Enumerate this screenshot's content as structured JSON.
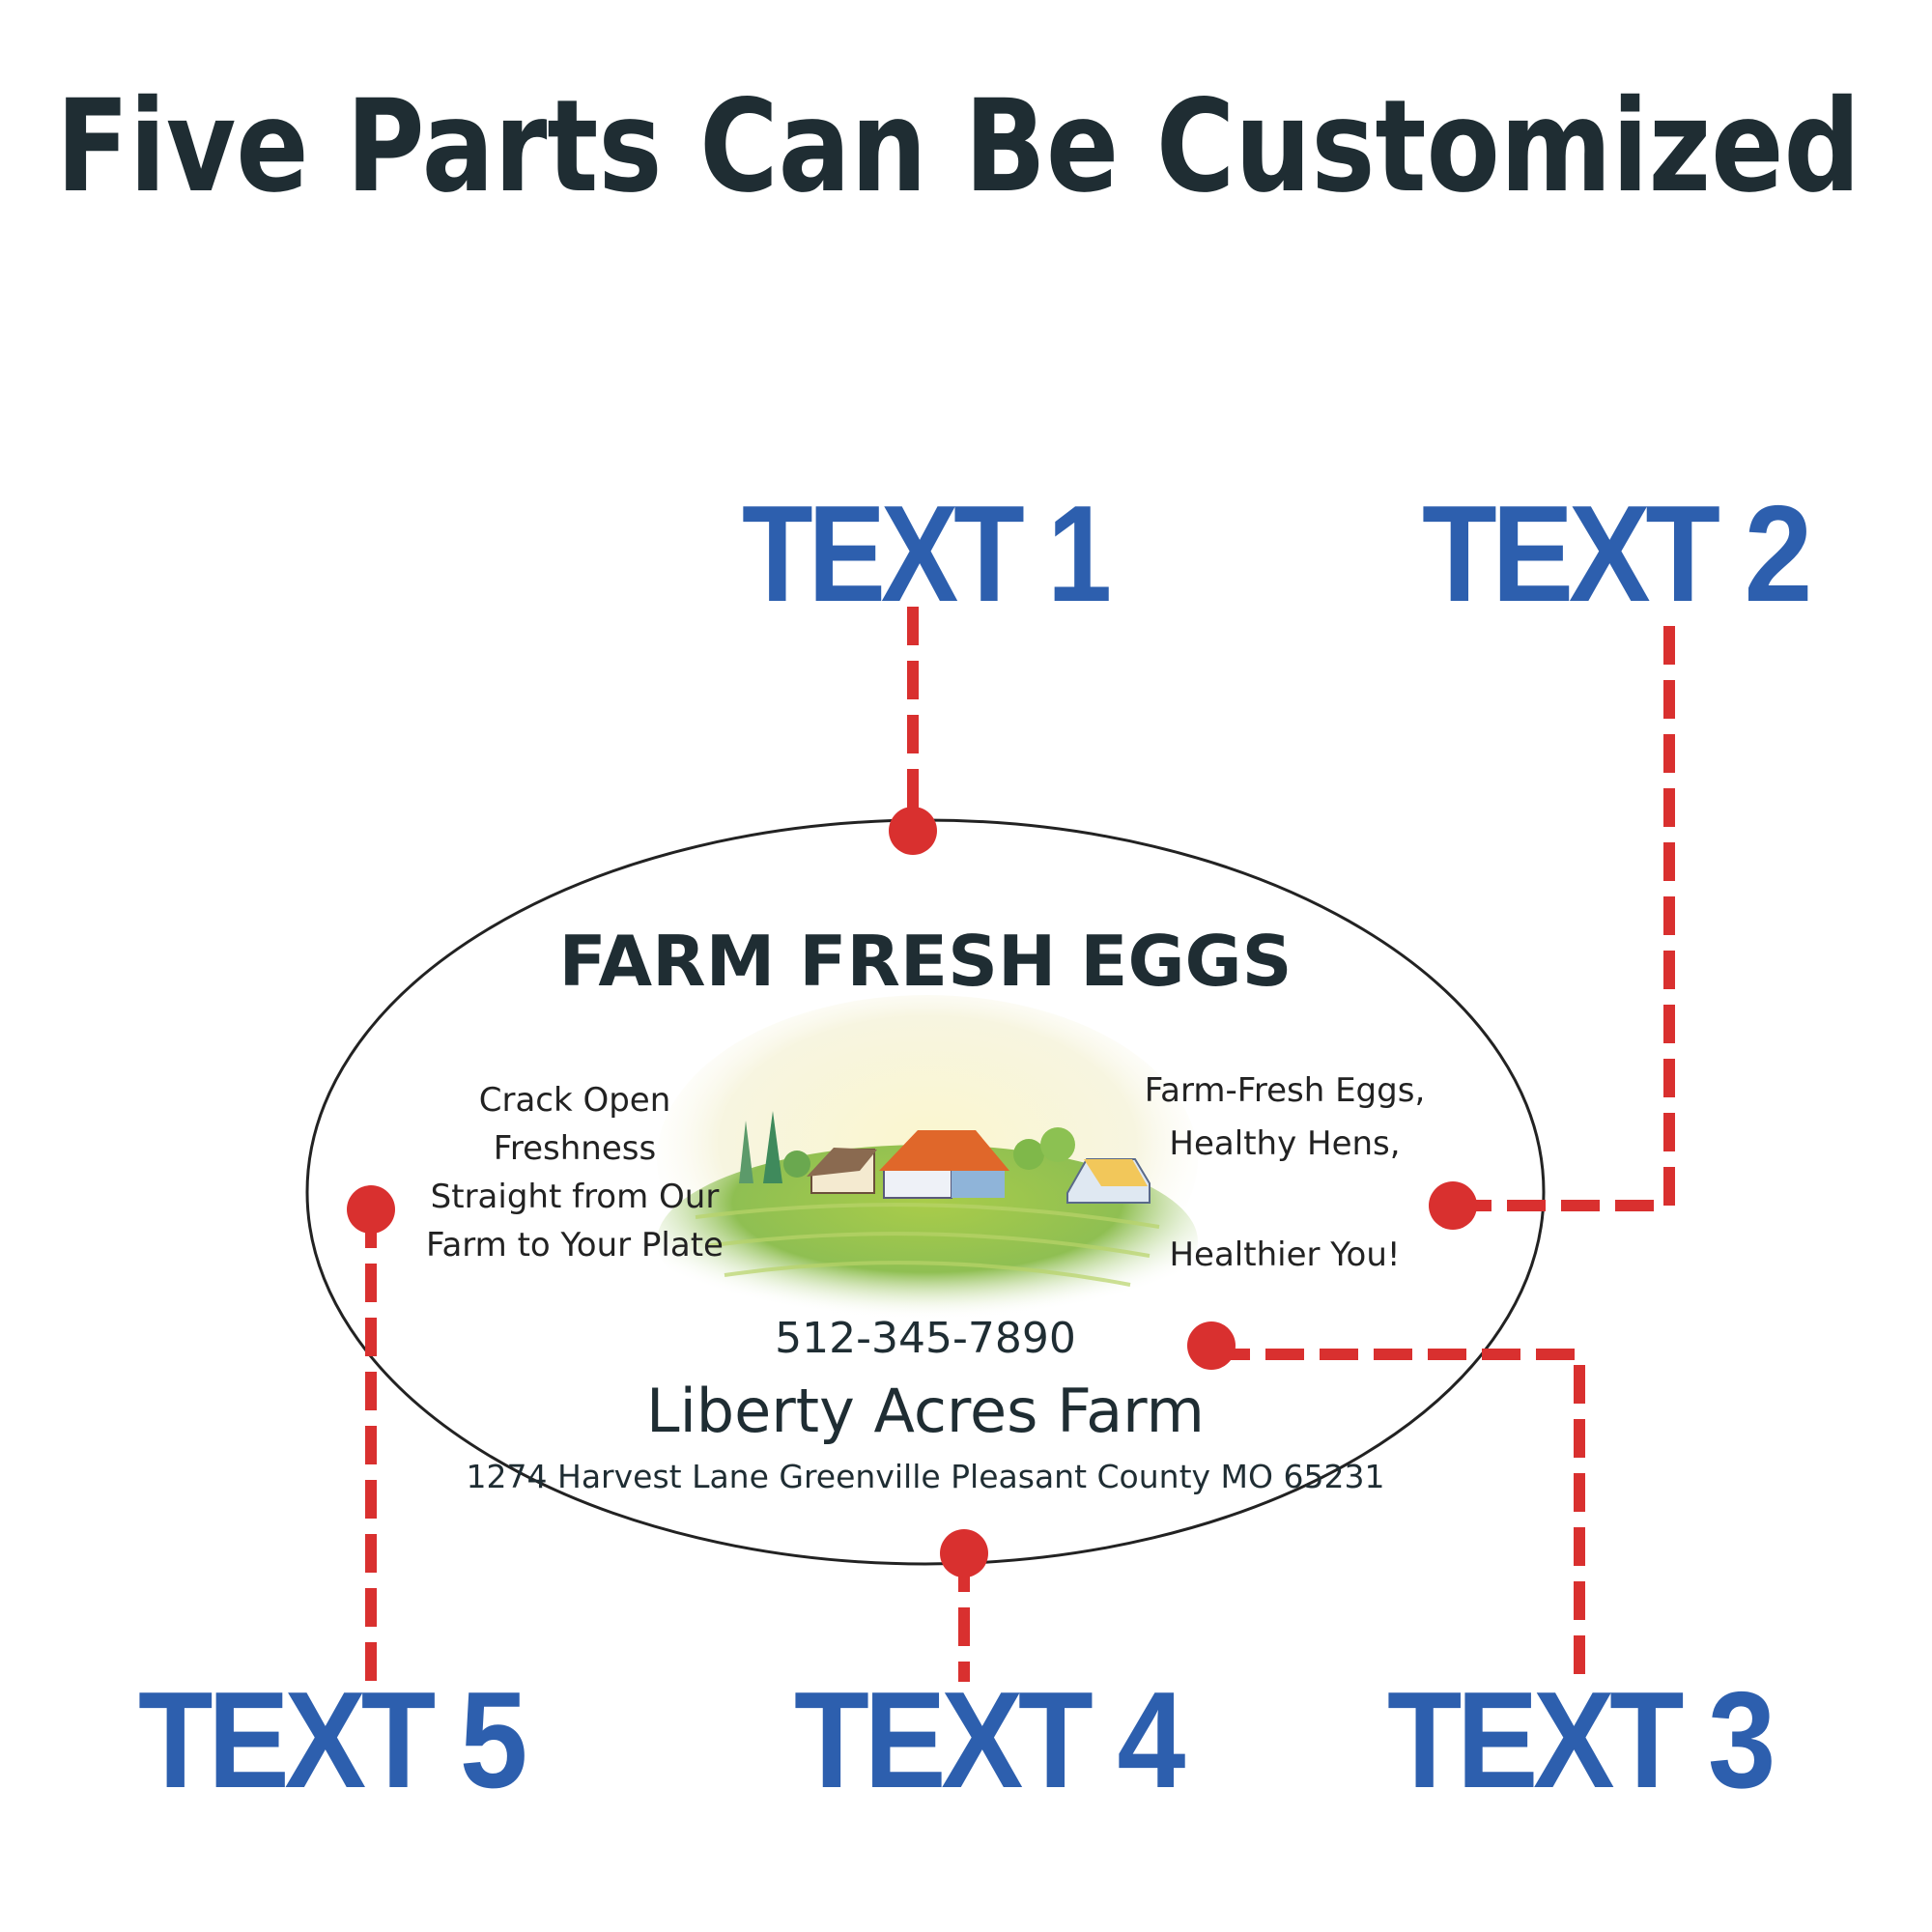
{
  "title": "Five Parts Can Be Customized",
  "callouts": {
    "text1": "TEXT 1",
    "text2": "TEXT 2",
    "text3": "TEXT 3",
    "text4": "TEXT 4",
    "text5": "TEXT 5"
  },
  "label": {
    "heading": "FARM FRESH EGGS",
    "left_lines": [
      "Crack Open",
      "Freshness",
      "Straight from Our",
      "Farm to Your Plate"
    ],
    "right_lines": [
      "Farm-Fresh Eggs,",
      "Healthy Hens,",
      "Healthier You!"
    ],
    "phone": "512-345-7890",
    "farm_name": "Liberty Acres Farm",
    "address": "1274 Harvest Lane Greenville Pleasant County MO 65231"
  },
  "colors": {
    "callout": "#2d5fae",
    "marker": "#d9302f",
    "title": "#1f2d33"
  }
}
